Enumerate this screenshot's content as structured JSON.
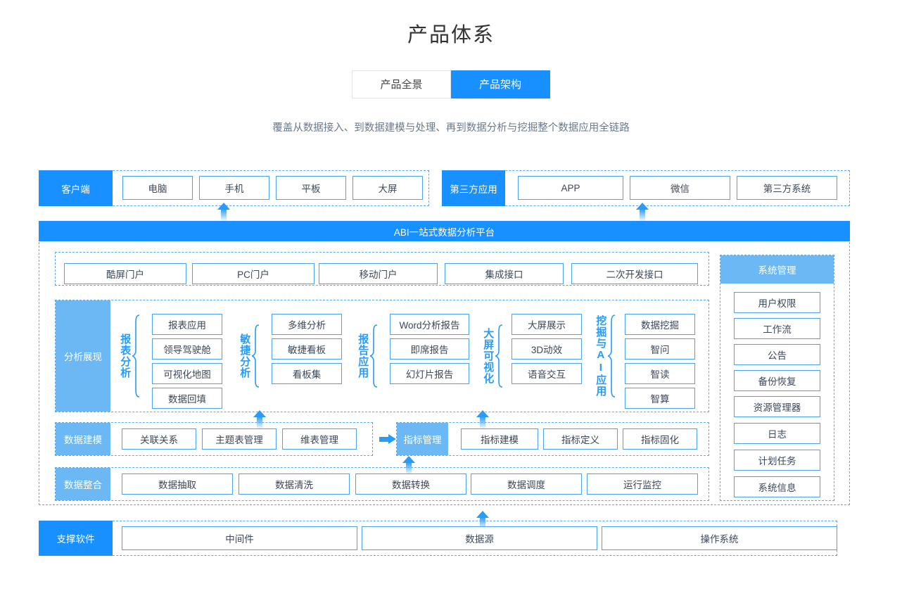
{
  "header": {
    "title": "产品体系",
    "tabs": [
      {
        "label": "产品全景",
        "active": false
      },
      {
        "label": "产品架构",
        "active": true
      }
    ],
    "subtitle": "覆盖从数据接入、到数据建模与处理、再到数据分析与挖掘整个数据应用全链路"
  },
  "colors": {
    "primary": "#1890ff",
    "light_blue": "#6cb8f5",
    "border_blue": "#4aa3f0",
    "dash_blue": "#5aa9f5",
    "arrow_blue": "#2a9bf7"
  },
  "client_row": {
    "label": "客户端",
    "items": [
      "电脑",
      "手机",
      "平板",
      "大屏"
    ]
  },
  "third_party_row": {
    "label": "第三方应用",
    "items": [
      "APP",
      "微信",
      "第三方系统"
    ]
  },
  "platform": {
    "banner": "ABI一站式数据分析平台",
    "portals": [
      "酷屏门户",
      "PC门户",
      "移动门户",
      "集成接口",
      "二次开发接口"
    ],
    "analysis": {
      "label": "分析展现",
      "groups": [
        {
          "name": "报表分析",
          "items": [
            "报表应用",
            "领导驾驶舱",
            "可视化地图",
            "数据回填"
          ]
        },
        {
          "name": "敏捷分析",
          "items": [
            "多维分析",
            "敏捷看板",
            "看板集"
          ]
        },
        {
          "name": "报告应用",
          "items": [
            "Word分析报告",
            "即席报告",
            "幻灯片报告"
          ]
        },
        {
          "name": "大屏可视化",
          "items": [
            "大屏展示",
            "3D动效",
            "语音交互"
          ]
        },
        {
          "name": "挖掘与AI应用",
          "items": [
            "数据挖掘",
            "智问",
            "智读",
            "智算"
          ]
        }
      ]
    },
    "modeling": {
      "label": "数据建模",
      "items": [
        "关联关系",
        "主题表管理",
        "维表管理"
      ],
      "metric_label": "指标管理",
      "metric_items": [
        "指标建模",
        "指标定义",
        "指标固化"
      ]
    },
    "integration": {
      "label": "数据整合",
      "items": [
        "数据抽取",
        "数据清洗",
        "数据转换",
        "数据调度",
        "运行监控"
      ]
    }
  },
  "system_management": {
    "label": "系统管理",
    "items": [
      "用户权限",
      "工作流",
      "公告",
      "备份恢复",
      "资源管理器",
      "日志",
      "计划任务",
      "系统信息"
    ]
  },
  "support_row": {
    "label": "支撑软件",
    "items": [
      "中间件",
      "数据源",
      "操作系统"
    ]
  }
}
